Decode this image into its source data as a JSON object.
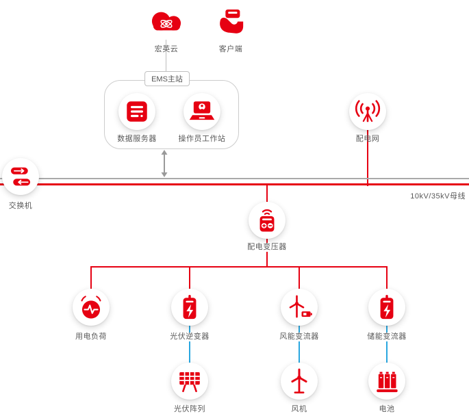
{
  "colors": {
    "accent_red": "#e60012",
    "connector_blue": "#29a7e0",
    "bus_gray": "#a9a9a9",
    "label_gray": "#595959"
  },
  "bus": {
    "label": "10kV/35kV母线"
  },
  "ems": {
    "tag": "EMS主站"
  },
  "nodes": {
    "cloud": {
      "label": "宏英云"
    },
    "client": {
      "label": "客户端"
    },
    "data_server": {
      "label": "数据服务器"
    },
    "operator_workstation": {
      "label": "操作员工作站"
    },
    "distribution_grid": {
      "label": "配电网"
    },
    "switch": {
      "label": "交换机"
    },
    "distribution_transformer": {
      "label": "配电变压器"
    },
    "electric_load": {
      "label": "用电负荷"
    },
    "pv_inverter": {
      "label": "光伏逆变器"
    },
    "wind_converter": {
      "label": "风能变流器"
    },
    "storage_converter": {
      "label": "储能变流器"
    },
    "pv_array": {
      "label": "光伏阵列"
    },
    "wind_turbine": {
      "label": "风机"
    },
    "battery": {
      "label": "电池"
    }
  },
  "icons": [
    "cloud-icon",
    "client-icon",
    "server-icon",
    "workstation-icon",
    "antenna-icon",
    "switch-icon",
    "transformer-icon",
    "load-icon",
    "inverter-icon",
    "wind-converter-icon",
    "pv-array-icon",
    "wind-turbine-icon",
    "battery-icon",
    "double-arrow-icon"
  ]
}
